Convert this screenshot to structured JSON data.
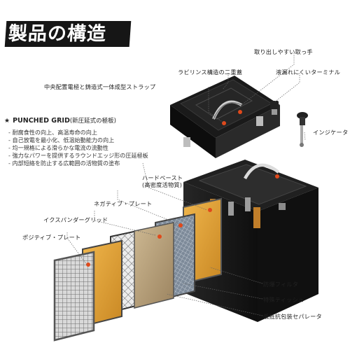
{
  "title": "製品の構造",
  "labels": {
    "handle": "取り出しやすい取っ手",
    "labyrinth_lid": "ラビリンス構造の二重蓋",
    "strap": "中央配置電極と鋳造式一体成型ストラップ",
    "terminal": "液漏れにくいターミナル",
    "indicator": "インジケータ",
    "hard_paste_line1": "ハードペースト",
    "hard_paste_line2": "(高密度活物質)",
    "negative_plate": "ネガティブ・プレート",
    "expander_grid": "イクスパンダーグリッド",
    "positive_plate": "ポジティブ・プレート",
    "explosion_filter": "防爆フィルタ",
    "special_tissue": "特殊ティッシュ",
    "separator": "低抵抗包装セパレータ"
  },
  "features": {
    "heading": "PUNCHED GRID",
    "heading_sub": "(新圧延式の極板)",
    "items": [
      "耐腐食性の向上、高温寿命の向上",
      "自己放電を最小化、低温始動能力の向上",
      "均一規格による滑らかな電流の流動性",
      "強力なパワーを提供するラウンドエッジ形の圧延極板",
      "内部短絡を防止する広範囲の活物質の塗布"
    ]
  },
  "colors": {
    "battery_body": "#1c1c1c",
    "paste_orange": "#e7a43a",
    "grid_grey": "#8e8e8e",
    "tissue_brown": "#b8a07a",
    "marker_red": "#e0491b"
  }
}
